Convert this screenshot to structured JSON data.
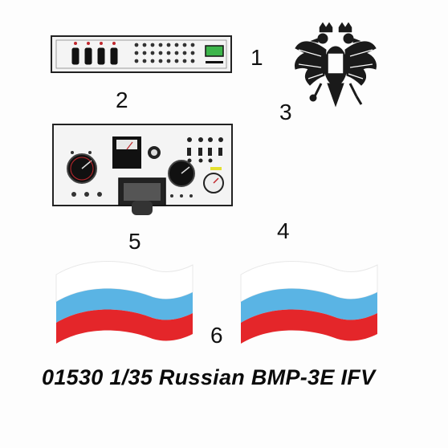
{
  "decal_numbers": [
    "1",
    "2",
    "3",
    "4",
    "5",
    "6"
  ],
  "caption": "01530 1/35 Russian BMP-3E IFV",
  "colors": {
    "background": "#fdfdfd",
    "flag_white": "#ffffff",
    "flag_blue": "#5ab4e4",
    "flag_red": "#e4262a",
    "panel_fill": "#f4f4f4",
    "ink": "#111111"
  },
  "icons": {
    "decal_1": "radio-panel-icon",
    "decal_3": "double-headed-eagle-icon",
    "decal_5": "instrument-panel-icon",
    "decal_4_6": "russian-flag-icon"
  }
}
